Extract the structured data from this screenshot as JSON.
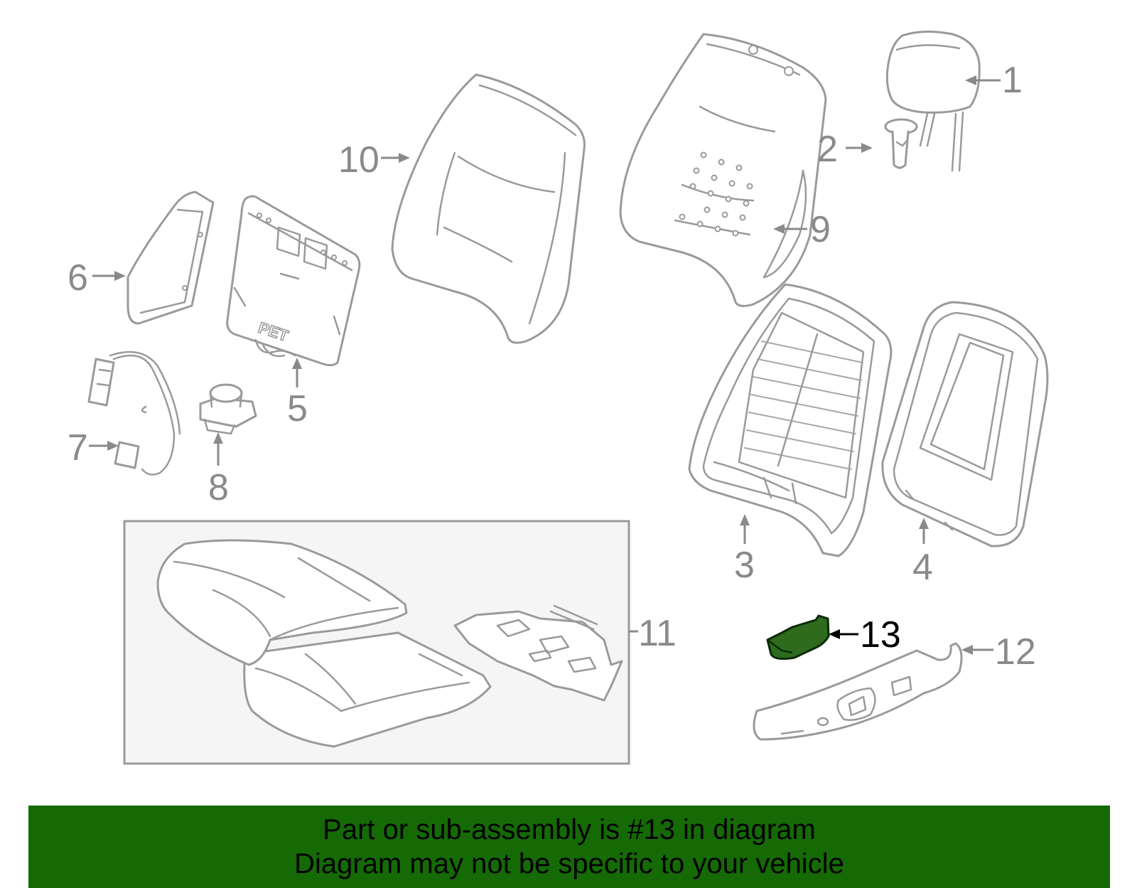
{
  "diagram": {
    "callouts": [
      {
        "id": "1",
        "label": "1"
      },
      {
        "id": "2",
        "label": "2"
      },
      {
        "id": "3",
        "label": "3"
      },
      {
        "id": "4",
        "label": "4"
      },
      {
        "id": "5",
        "label": "5"
      },
      {
        "id": "6",
        "label": "6"
      },
      {
        "id": "7",
        "label": "7"
      },
      {
        "id": "8",
        "label": "8"
      },
      {
        "id": "9",
        "label": "9"
      },
      {
        "id": "10",
        "label": "10"
      },
      {
        "id": "11",
        "label": "11"
      },
      {
        "id": "12",
        "label": "12"
      },
      {
        "id": "13",
        "label": "13"
      }
    ],
    "highlighted_part": "13",
    "part_markings": {
      "heater_pad": "PET"
    },
    "colors": {
      "line_art": "#9a9a9a",
      "highlight_fill": "#2e6b1c",
      "banner_background": "#156a06",
      "subassembly_box_fill": "#f5f5f5"
    }
  },
  "banner": {
    "line1": "Part or sub-assembly is #13 in diagram",
    "line2": "Diagram may not be specific to your vehicle"
  }
}
